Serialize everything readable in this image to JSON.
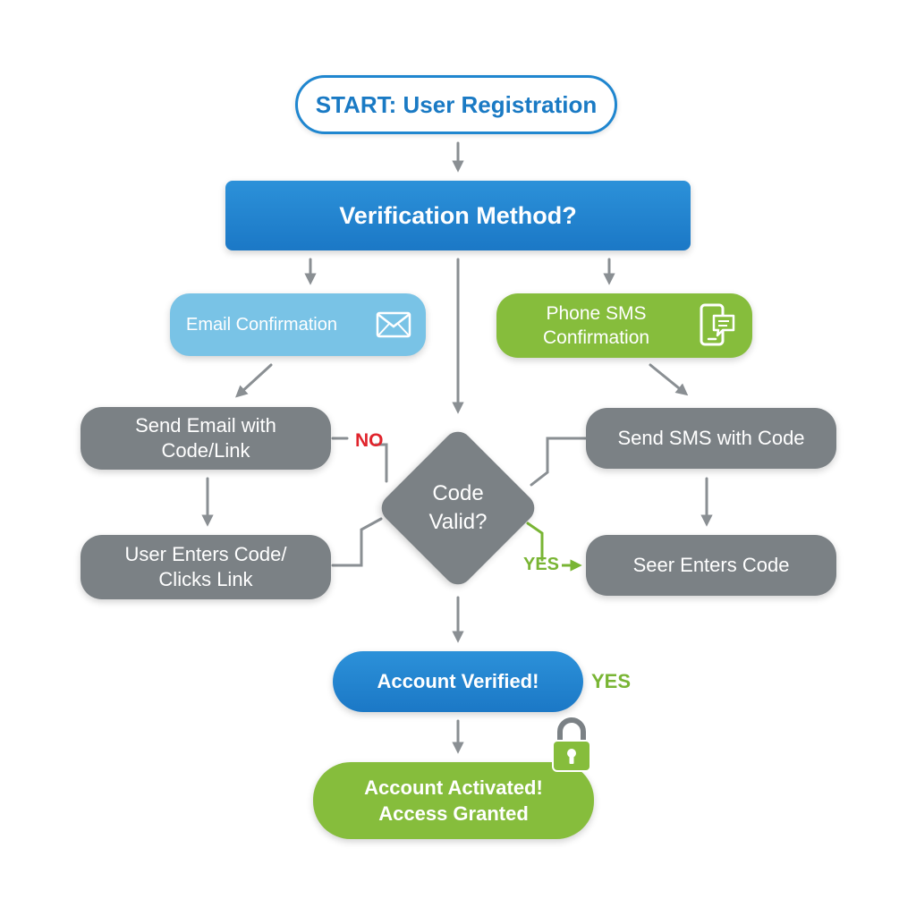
{
  "nodes": {
    "start": "START: User Registration",
    "verification_method": "Verification Method?",
    "email_confirmation": "Email Confirmation",
    "phone_sms_confirmation": "Phone SMS\nConfirmation",
    "send_email": "Send Email with\nCode/Link",
    "user_enters_email": "User Enters Code/\nClicks Link",
    "send_sms": "Send SMS with Code",
    "seer_enters_code": "Seer Enters Code",
    "code_valid": "Code\nValid?",
    "account_verified": "Account Verified!",
    "account_activated": "Account Activated!\nAccess Granted"
  },
  "labels": {
    "no": "NO",
    "yes_small": "YES",
    "yes_large": "YES"
  },
  "icons": [
    "envelope-icon",
    "phone-message-icon",
    "padlock-icon"
  ],
  "colors": {
    "blue": "#1b78c6",
    "light_blue": "#79c3e6",
    "green": "#86bd3c",
    "gray": "#7b8185",
    "connector": "#8a8f93",
    "no_red": "#e0242c",
    "yes_green": "#79b534"
  }
}
